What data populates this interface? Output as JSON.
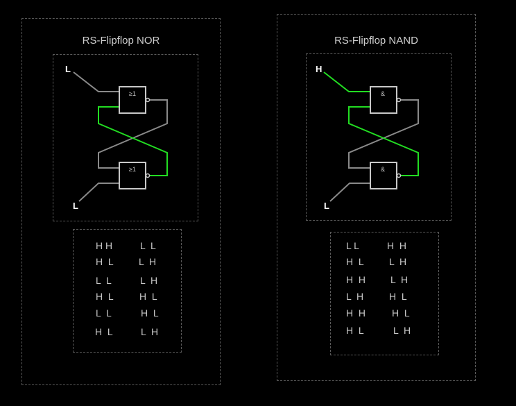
{
  "colors": {
    "background": "#000000",
    "wire_inactive": "#8a8a8a",
    "wire_active": "#22dd22",
    "gate_border": "#c8c8c8",
    "text": "#cfcfcf"
  },
  "nor": {
    "title": "RS-Flipflop NOR",
    "input_top": "L",
    "input_bottom": "L",
    "gate_symbol": "≥1",
    "truth_table": [
      [
        "H H",
        "L  L"
      ],
      [
        "H  L",
        "L  H"
      ],
      [
        "L  L",
        "L  H"
      ],
      [
        "H  L",
        "H  L"
      ],
      [
        "L  L",
        "H  L"
      ],
      [
        "H  L",
        "L  H"
      ]
    ]
  },
  "nand": {
    "title": "RS-Flipflop NAND",
    "input_top": "H",
    "input_bottom": "L",
    "gate_symbol": "&",
    "truth_table": [
      [
        "L L",
        "H  H"
      ],
      [
        "H  L",
        "L  H"
      ],
      [
        "H  H",
        "L  H"
      ],
      [
        "L  H",
        "H  L"
      ],
      [
        "H  H",
        "H  L"
      ],
      [
        "H  L",
        "L  H"
      ]
    ]
  }
}
